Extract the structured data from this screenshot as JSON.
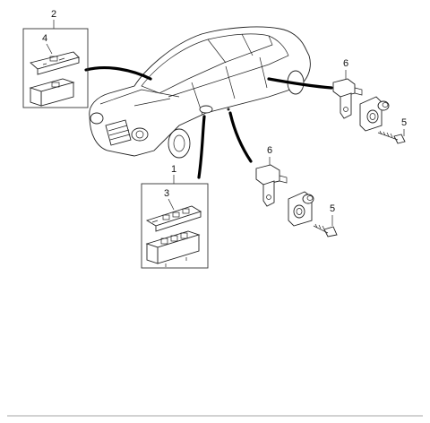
{
  "callouts": {
    "c1": "1",
    "c2": "2",
    "c3": "3",
    "c4": "4",
    "c5a": "5",
    "c5b": "5",
    "c6a": "6",
    "c6b": "6"
  },
  "colors": {
    "line": "#222222",
    "background": "#ffffff",
    "footer_rule": "#888888"
  }
}
